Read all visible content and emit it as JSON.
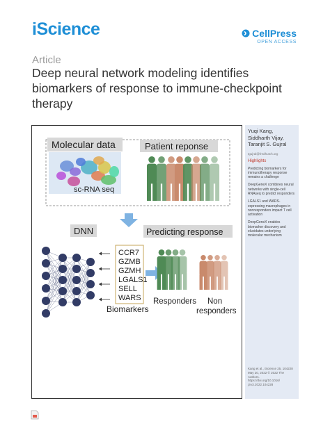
{
  "header": {
    "journal": "iScience",
    "publisher": "CellPress",
    "publisher_sub": "OPEN ACCESS"
  },
  "article": {
    "type": "Article",
    "title": "Deep neural network modeling identifies biomarkers of response to immune-checkpoint therapy"
  },
  "graphical_abstract": {
    "molecular_label": "Molecular data",
    "patient_label": "Patient reponse",
    "scrna_label": "sc-RNA seq",
    "dnn_label": "DNN",
    "predicting_label": "Predicting response",
    "biomarkers": [
      "CCR7",
      "GZMB",
      "GZMH",
      "LGALS1",
      "SELL",
      "WARS"
    ],
    "biomarkers_label": "Biomarkers",
    "responders_label": "Responders",
    "nonresponders_label": "Non\nresponders",
    "colors": {
      "responder": "#4f8a55",
      "nonresponder": "#c98a6c",
      "dnn": "#323c66",
      "arrow": "#7fb3e2"
    }
  },
  "sidebar": {
    "authors": "Yuqi Kang, Siddharth Vijay, Taranjit S. Gujral",
    "email": "tgujral@fredhutch.org",
    "highlights_heading": "Highlights",
    "highlights": [
      "Predicting biomarkers for immunotherapy response remains a challenge",
      "DeepGeneX combines neural networks with single-cell RNAseq to predict responders",
      "LGALS1 and WARS-expressing macrophages in nonresponders impact T cell activation",
      "DeepGeneX enables biomarker discovery and elucidates underlying molecular mechanism"
    ],
    "citation": "Kang et al., iScience 25, 104228\nMay 20, 2022 © 2022 The Authors.\nhttps://doi.org/10.1016/\nj.isci.2022.104228"
  }
}
